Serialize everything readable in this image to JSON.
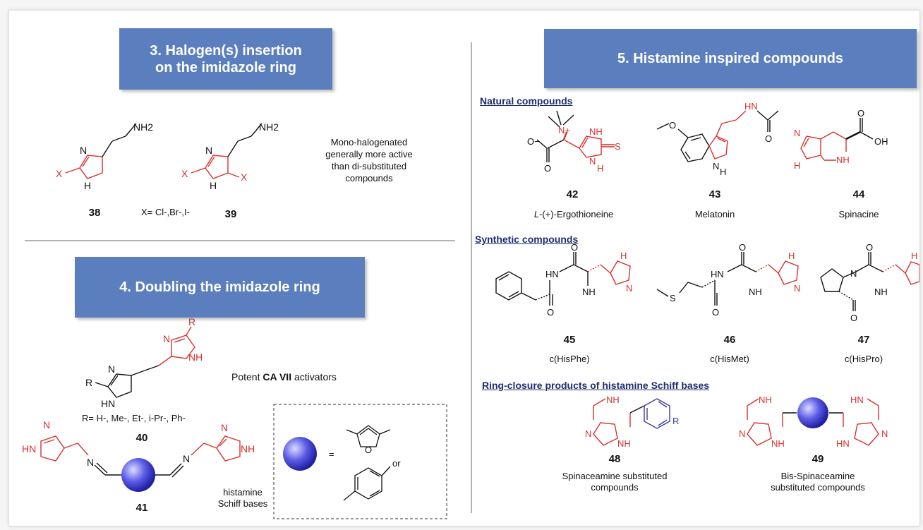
{
  "sections": {
    "s3": {
      "line1": "3. Halogen(s) insertion",
      "line2": "on the imidazole ring"
    },
    "s4": {
      "title": "4. Doubling the imidazole ring"
    },
    "s5": {
      "title": "5. Histamine inspired compounds"
    }
  },
  "halogen": {
    "note_lines": [
      "Mono-halogenated",
      "generally more active",
      "than di-substituted",
      "compounds"
    ],
    "x_def": "X= Cl-,Br-,I-",
    "num38": "38",
    "num39": "39"
  },
  "doubling": {
    "activator_pre": "Potent ",
    "activator_bold": "CA VII",
    "activator_post": " activators",
    "r_groups": "R= H-, Me-, Et-, i-Pr-, Ph-",
    "num40": "40",
    "num41": "41",
    "schiff_line1": "histamine",
    "schiff_line2": "Schiff bases",
    "equals": "=",
    "or": "or"
  },
  "natural": {
    "heading": "Natural compounds",
    "items": [
      {
        "num": "42",
        "name_italic": "L",
        "name_rest": "-(+)-Ergothioneine"
      },
      {
        "num": "43",
        "name": "Melatonin"
      },
      {
        "num": "44",
        "name": "Spinacine"
      }
    ]
  },
  "synthetic": {
    "heading": "Synthetic compounds",
    "items": [
      {
        "num": "45",
        "name": "c(HisPhe)"
      },
      {
        "num": "46",
        "name": "c(HisMet)"
      },
      {
        "num": "47",
        "name": "c(HisPro)"
      }
    ]
  },
  "ringclosure": {
    "heading": "Ring-closure products of histamine Schiff bases",
    "items": [
      {
        "num": "48",
        "line1": "Spinaceamine substituted",
        "line2": "compounds"
      },
      {
        "num": "49",
        "line1": "Bis-Spinaceamine",
        "line2": "substituted compounds"
      }
    ]
  },
  "atoms": {
    "nh2": "NH2",
    "n": "N",
    "h": "H",
    "nh": "NH",
    "hn": "HN",
    "x": "X",
    "r": "R",
    "o": "O",
    "s": "S",
    "oh": "OH",
    "ominus": "O−",
    "nplus": "N+"
  },
  "colors": {
    "banner": "#5b7fbe",
    "heading": "#1e2d6e",
    "red": "#d8312e",
    "blue": "#3a3aa0"
  }
}
